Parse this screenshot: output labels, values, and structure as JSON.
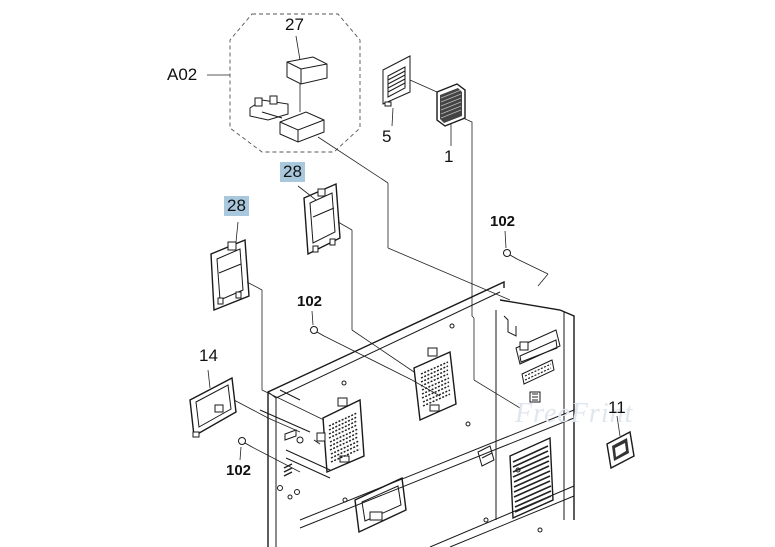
{
  "watermark": "FreeFrint",
  "callouts": {
    "a02": "A02",
    "p27": "27",
    "p5": "5",
    "p1": "1",
    "p28_top": "28",
    "p28_left": "28",
    "p102_right": "102",
    "p102_mid": "102",
    "p102_bottom": "102",
    "p14": "14",
    "p11": "11"
  },
  "highlight_color": "#a9c8de"
}
